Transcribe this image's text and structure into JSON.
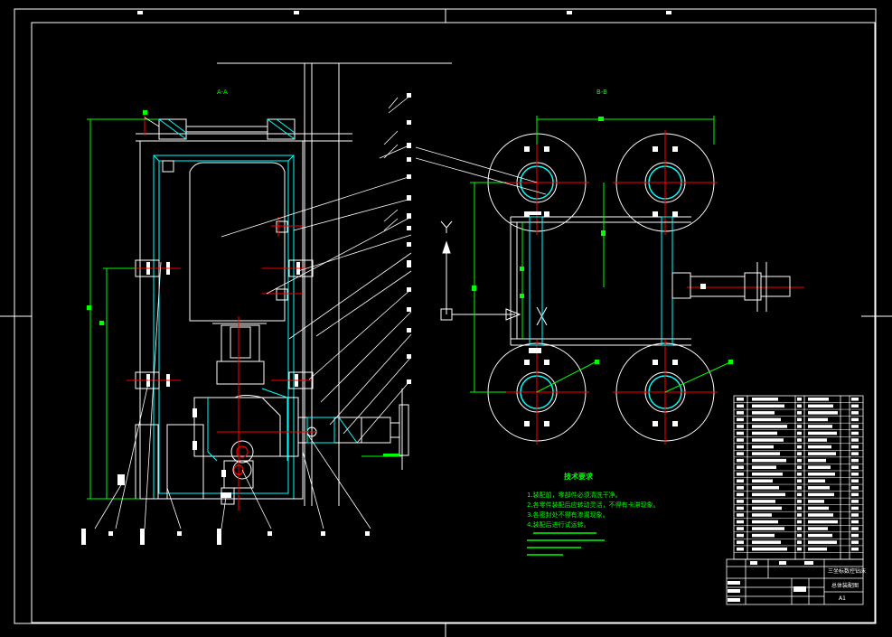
{
  "drawing": {
    "section_labels": {
      "left_view": "A-A",
      "right_view": "B-B"
    },
    "axis_label": "Y",
    "technical_requirements": {
      "title": "技术要求",
      "items": [
        "1.装配前，零部件必须清洗干净。",
        "2.各零件装配后应转动灵活，不得有卡滞现象。",
        "3.各密封处不得有渗漏现象。",
        "4.装配后进行试运转。"
      ]
    },
    "title_block": {
      "title_line_1": "三坐标数控钻床",
      "title_line_2": "总体装配图",
      "drawing_no": "A1"
    },
    "colors": {
      "background": "#000000",
      "outline": "#ffffff",
      "section": "#00ffff",
      "centerline": "#ff0000",
      "dimension": "#00ff00"
    }
  }
}
